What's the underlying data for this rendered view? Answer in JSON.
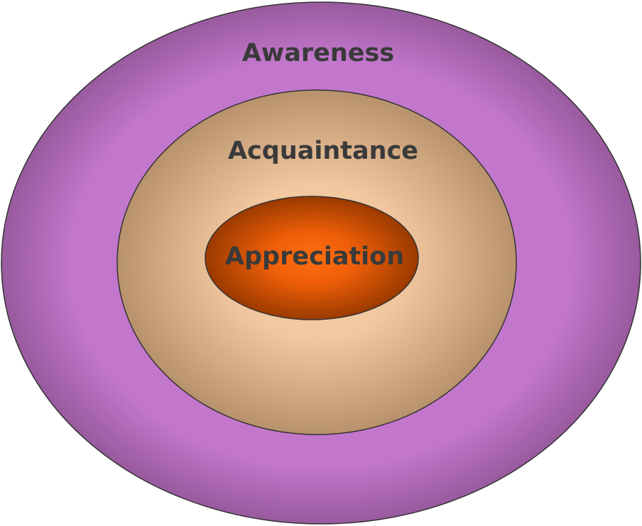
{
  "diagram": {
    "type": "concentric-ellipses",
    "rings": {
      "outer": {
        "label": "Awareness",
        "color": "#c277cc",
        "edge_color": "#995a9e"
      },
      "middle": {
        "label": "Acquaintance",
        "color": "#f2c79f",
        "edge_color": "#b8926c"
      },
      "inner": {
        "label": "Appreciation",
        "color": "#ff6e0f",
        "edge_color": "#9b3a00"
      }
    },
    "outline_color": "#333333",
    "text_color": "#3a3a3a"
  }
}
